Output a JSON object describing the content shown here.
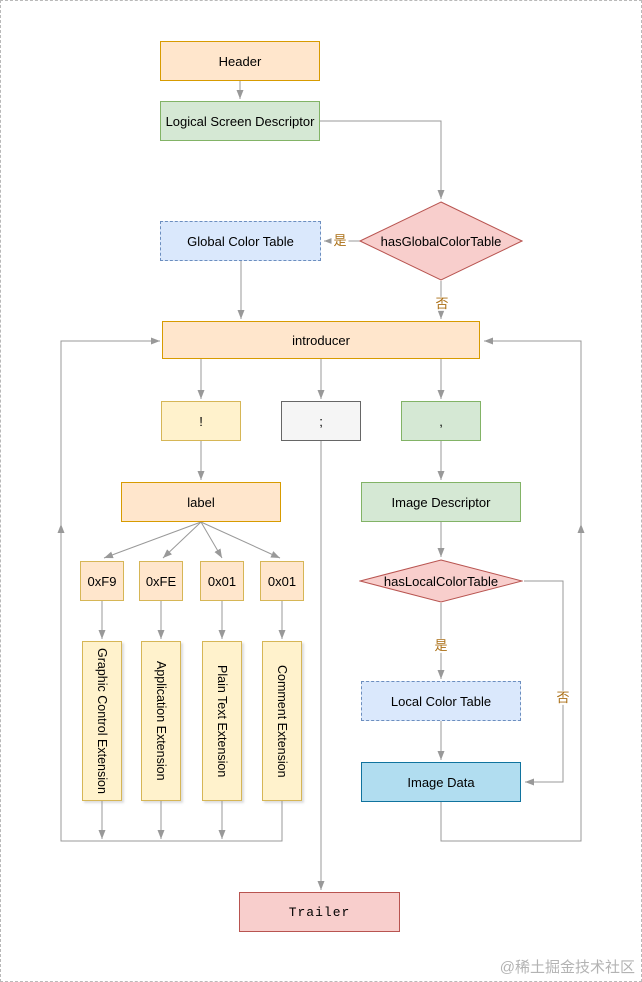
{
  "nodes": {
    "header": {
      "label": "Header"
    },
    "logical_screen_descriptor": {
      "label": "Logical Screen Descriptor"
    },
    "has_global_color_table": {
      "label": "hasGlobalColorTable"
    },
    "global_color_table": {
      "label": "Global Color Table"
    },
    "introducer": {
      "label": "introducer"
    },
    "bang": {
      "label": "!"
    },
    "semicolon": {
      "label": ";"
    },
    "comma": {
      "label": ","
    },
    "label_node": {
      "label": "label"
    },
    "hex_f9": {
      "label": "0xF9"
    },
    "hex_fe": {
      "label": "0xFE"
    },
    "hex_01_a": {
      "label": "0x01"
    },
    "hex_01_b": {
      "label": "0x01"
    },
    "graphic_control_extension": {
      "label": "Graphic Control Extension"
    },
    "application_extension": {
      "label": "Application Extension"
    },
    "plain_text_extension": {
      "label": "Plain Text Extension"
    },
    "comment_extension": {
      "label": "Comment Extension"
    },
    "image_descriptor": {
      "label": "Image Descriptor"
    },
    "has_local_color_table": {
      "label": "hasLocalColorTable"
    },
    "local_color_table": {
      "label": "Local Color Table"
    },
    "image_data": {
      "label": "Image Data"
    },
    "trailer": {
      "label": "Trailer"
    }
  },
  "edge_labels": {
    "global_yes": "是",
    "global_no": "否",
    "local_yes": "是",
    "local_no": "否"
  },
  "watermark": "@稀土掘金技术社区",
  "colors": {
    "peach_fill": "#FFE6CC",
    "peach_stroke": "#D79B00",
    "green_fill": "#D5E8D4",
    "green_stroke": "#82B366",
    "yellow_fill": "#FFF2CC",
    "yellow_stroke": "#D6B656",
    "blue_dashed_fill": "#DAE8FC",
    "blue_dashed_stroke": "#6C8EBF",
    "blue_fill": "#B1DDF0",
    "blue_stroke": "#10739E",
    "pink_fill": "#F8CECC",
    "pink_stroke": "#B85450",
    "gray_fill": "#F5F5F5",
    "gray_stroke": "#666666",
    "edge": "#999999",
    "edge_label_text": "#AA6E14"
  }
}
